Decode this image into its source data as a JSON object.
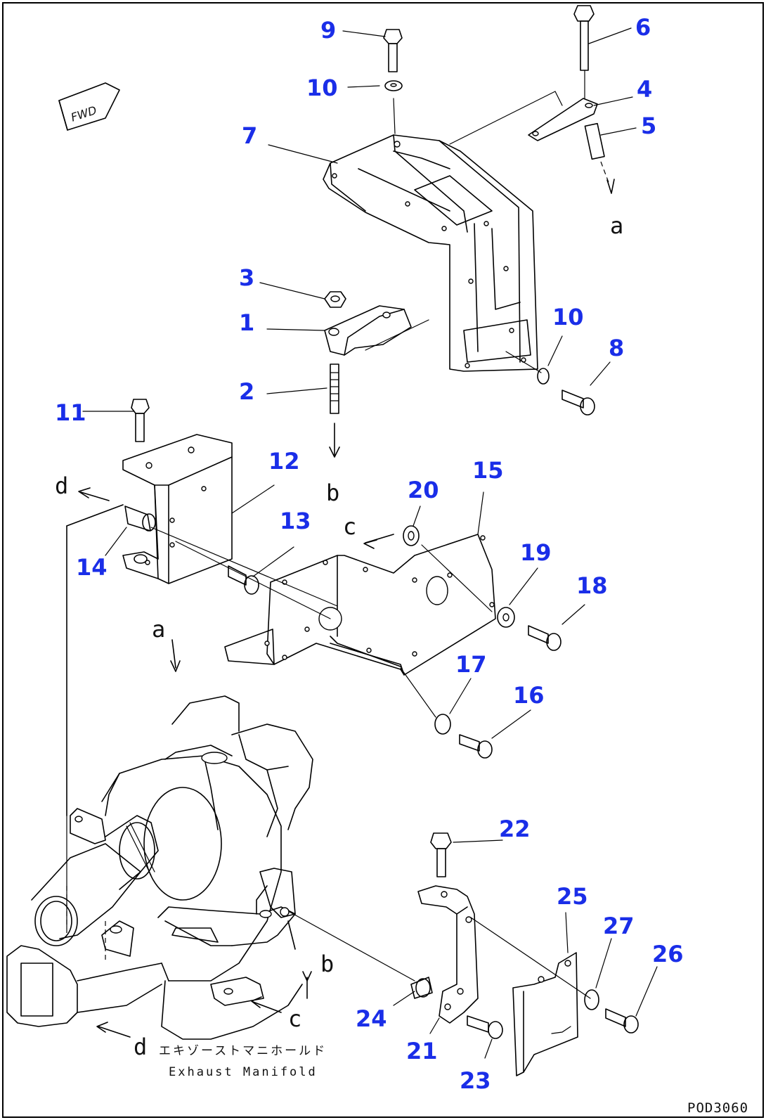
{
  "diagram": {
    "drawing_code": "POD3060",
    "fwd_mark": "FWD",
    "caption_jp": "エキゾーストマニホールド",
    "caption_en": "Exhaust Manifold",
    "part_numbers": [
      "1",
      "2",
      "3",
      "4",
      "5",
      "6",
      "7",
      "8",
      "9",
      "10",
      "10",
      "11",
      "12",
      "13",
      "14",
      "15",
      "16",
      "17",
      "18",
      "19",
      "20",
      "21",
      "22",
      "23",
      "24",
      "25",
      "26",
      "27"
    ],
    "reference_letters": [
      "a",
      "a",
      "b",
      "b",
      "c",
      "c",
      "d",
      "d"
    ],
    "colors": {
      "part_number": "#1a2ee8",
      "line": "#000000",
      "background": "#ffffff"
    }
  }
}
